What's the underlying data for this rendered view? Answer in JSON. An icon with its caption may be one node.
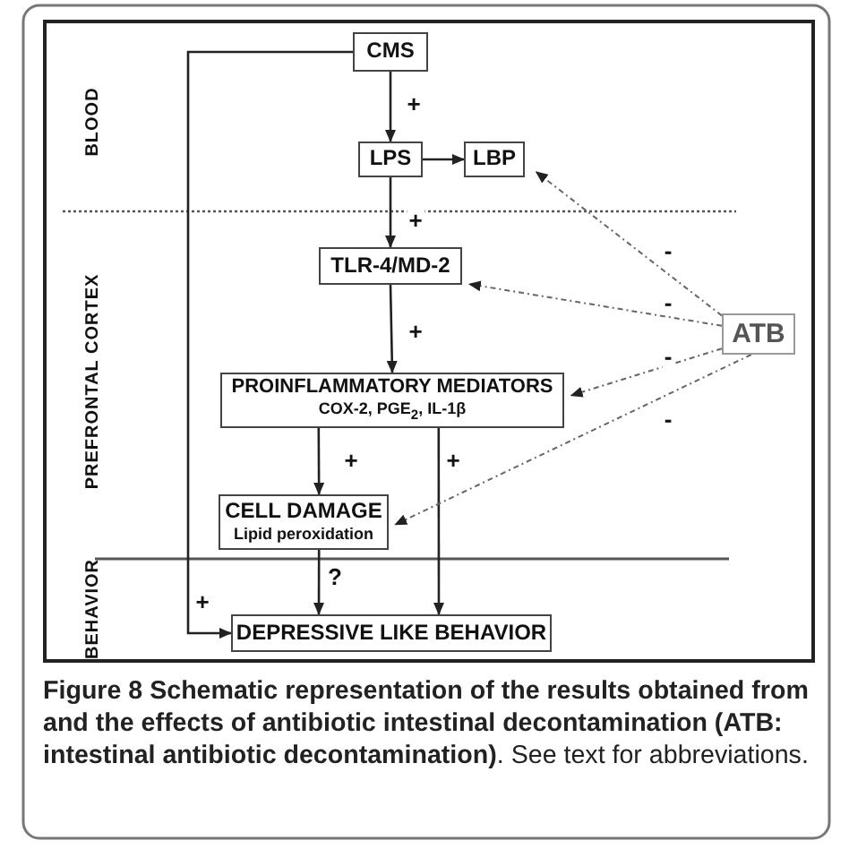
{
  "diagram": {
    "caption": "**Figure 8 Schematic representation of the results obtained from and the effects of antibiotic intestinal decontamination (ATB: intestinal antibiotic decontamination)**. See text for abbreviations.",
    "nodes": [
      {
        "text": [
          "CMS"
        ]
      },
      {
        "text": [
          "LPS"
        ]
      },
      {
        "text": [
          "LBP"
        ]
      },
      {
        "text": [
          "TLR-4/MD-2"
        ]
      },
      {
        "text": [
          "ATB"
        ]
      },
      {
        "text": [
          "PROINFLAMMATORY MEDIATORS",
          "COX-2, PGE$_{2}$, IL-1β"
        ]
      },
      {
        "text": [
          "CELL DAMAGE",
          "Lipid peroxidation"
        ]
      },
      {
        "text": [
          "DEPRESSIVE LIKE BEHAVIOR"
        ]
      }
    ],
    "edges": [
      {
        "from": 0,
        "to": 1,
        "arrow": "to",
        "label": "+"
      },
      {
        "from": 1,
        "to": 2,
        "arrow": "to"
      },
      {
        "from": 1,
        "to": 3,
        "arrow": "to",
        "label": "+"
      },
      {
        "from": 3,
        "to": 5,
        "arrow": "to",
        "label": "+"
      },
      {
        "from": 5,
        "to": 6,
        "arrow": "to",
        "label": "+"
      },
      {
        "from": 5,
        "to": 7,
        "arrow": "to",
        "label": "+"
      },
      {
        "from": 6,
        "to": 7,
        "arrow": "to",
        "label": "?"
      },
      {
        "from": 0,
        "to": 7,
        "arrow": "to",
        "label": "+"
      },
      {
        "from": 4,
        "to": 2,
        "arrow": "to",
        "label": "-",
        "style": "dashed"
      },
      {
        "from": 4,
        "to": 3,
        "arrow": "to",
        "label": "-",
        "style": "dashed"
      },
      {
        "from": 4,
        "to": 5,
        "arrow": "to",
        "label": "-",
        "style": "dashed"
      },
      {
        "from": 4,
        "to": 6,
        "arrow": "to",
        "label": "-",
        "style": "dashed"
      }
    ],
    "labels": [
      "BLOOD",
      "PREFRONTAL CORTEX",
      "BEHAVIOR"
    ]
  }
}
